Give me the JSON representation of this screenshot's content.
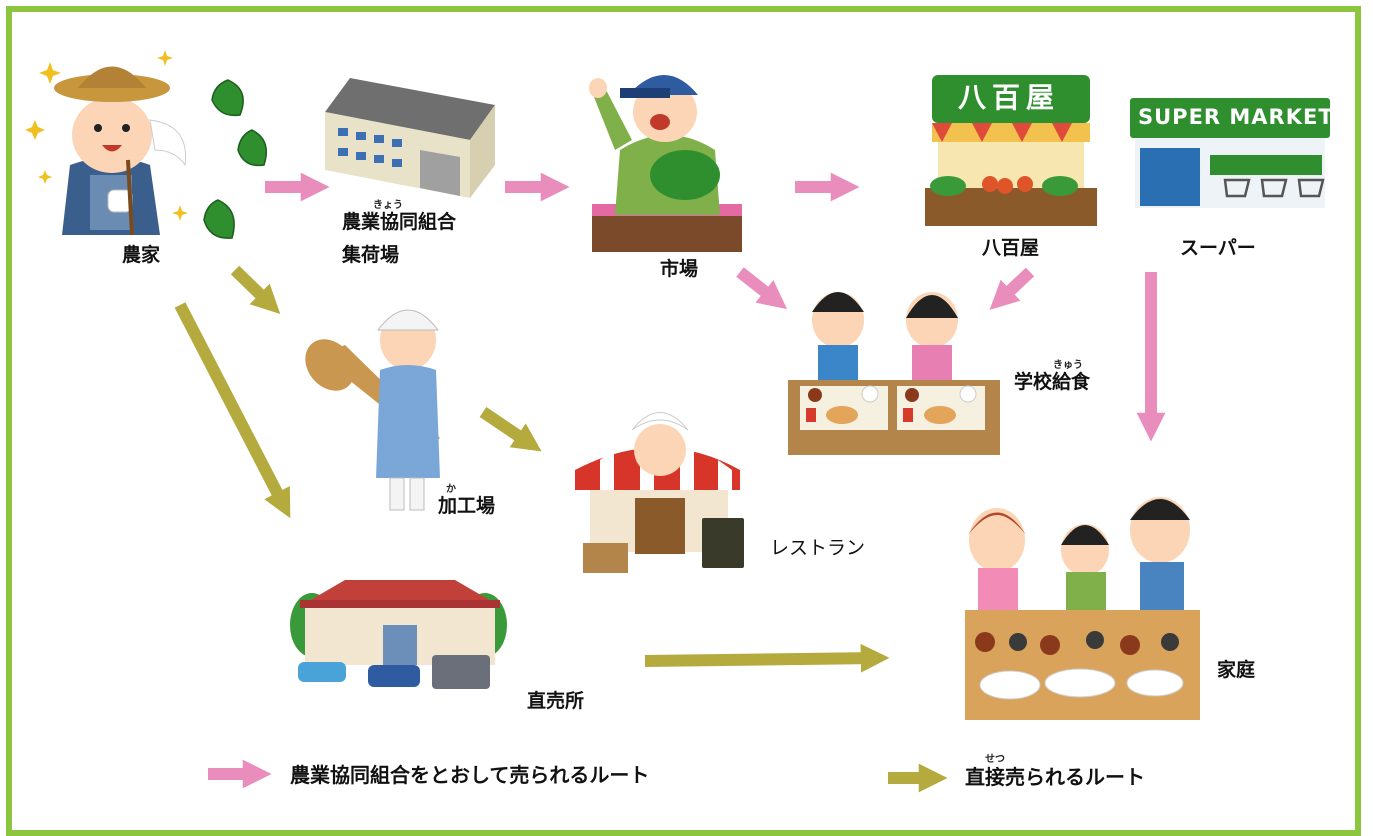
{
  "nodes": {
    "farmer": "農家",
    "coop_line1": "農業協同組合",
    "coop_ruby": "きょう",
    "coop_line2": "集荷場",
    "market": "市場",
    "greengrocer": "八百屋",
    "greengrocer_sign": "八百屋",
    "supermarket": "スーパー",
    "supermarket_sign": "SUPER MARKET",
    "school_lunch": "学校給食",
    "school_lunch_ruby": "きゅう",
    "factory": "加工場",
    "factory_ruby": "か",
    "restaurant": "レストラン",
    "farm_stand": "直売所",
    "home": "家庭"
  },
  "legend": {
    "pink_label": "農業協同組合をとおして売られるルート",
    "olive_label": "直接売られるルート",
    "olive_ruby": "せつ"
  },
  "colors": {
    "border": "#8cc63f",
    "pink_arrow": "#e98dbd",
    "olive_arrow": "#b5aa3e"
  }
}
